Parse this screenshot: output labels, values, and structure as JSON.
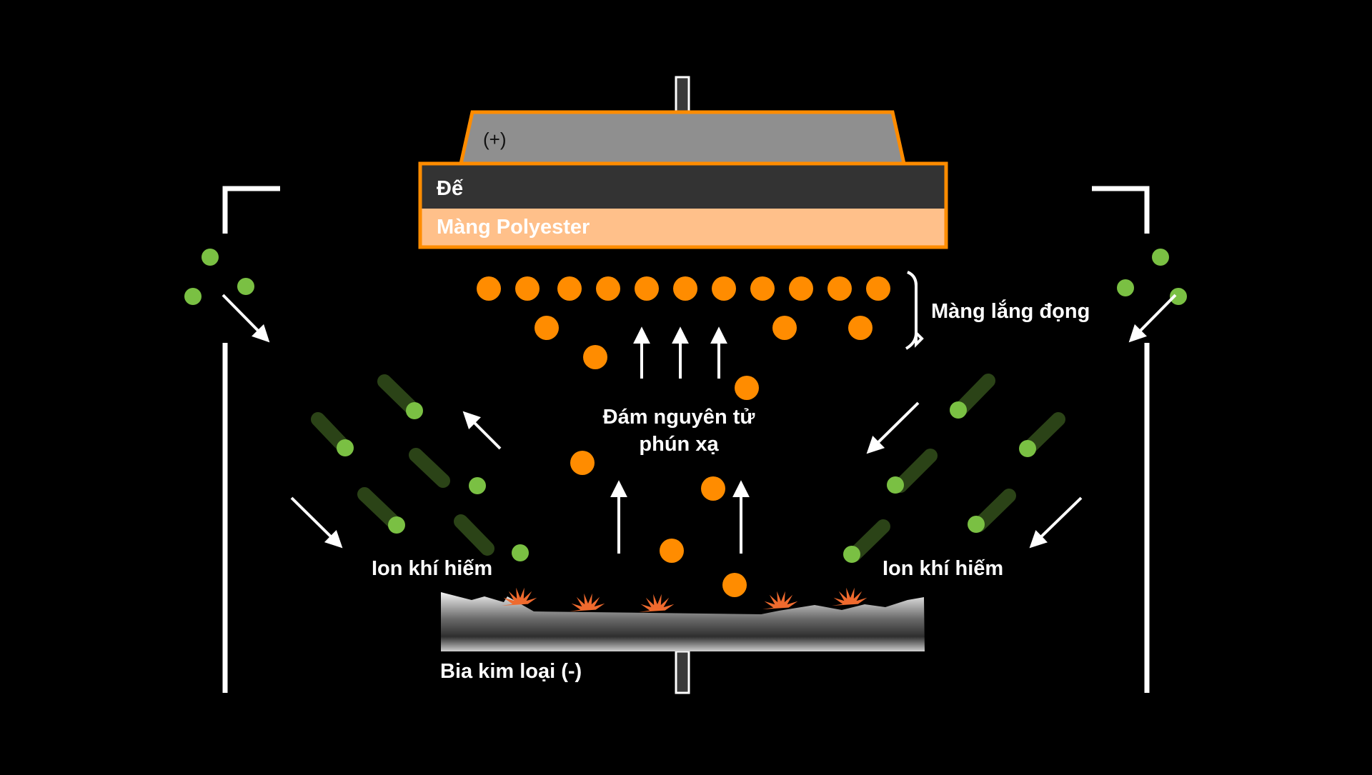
{
  "labels": {
    "anode": "(+)",
    "substrate": "Đế",
    "polyester": "Màng Polyester",
    "deposited_film": "Màng lắng đọng",
    "sputtered_line1": "Đám nguyên tử",
    "sputtered_line2": "phún xạ",
    "ion_left": "Ion khí hiếm",
    "ion_right": "Ion khí hiếm",
    "target": "Bia kim loại (-)"
  },
  "colors": {
    "background": "#000000",
    "accent_orange": "#ff8c00",
    "anode_gray": "#8f8f8f",
    "substrate_dark": "#333333",
    "polyester_peach": "#ffc08a",
    "ion_green": "#7ac043",
    "spark": "#ef6a2e"
  }
}
